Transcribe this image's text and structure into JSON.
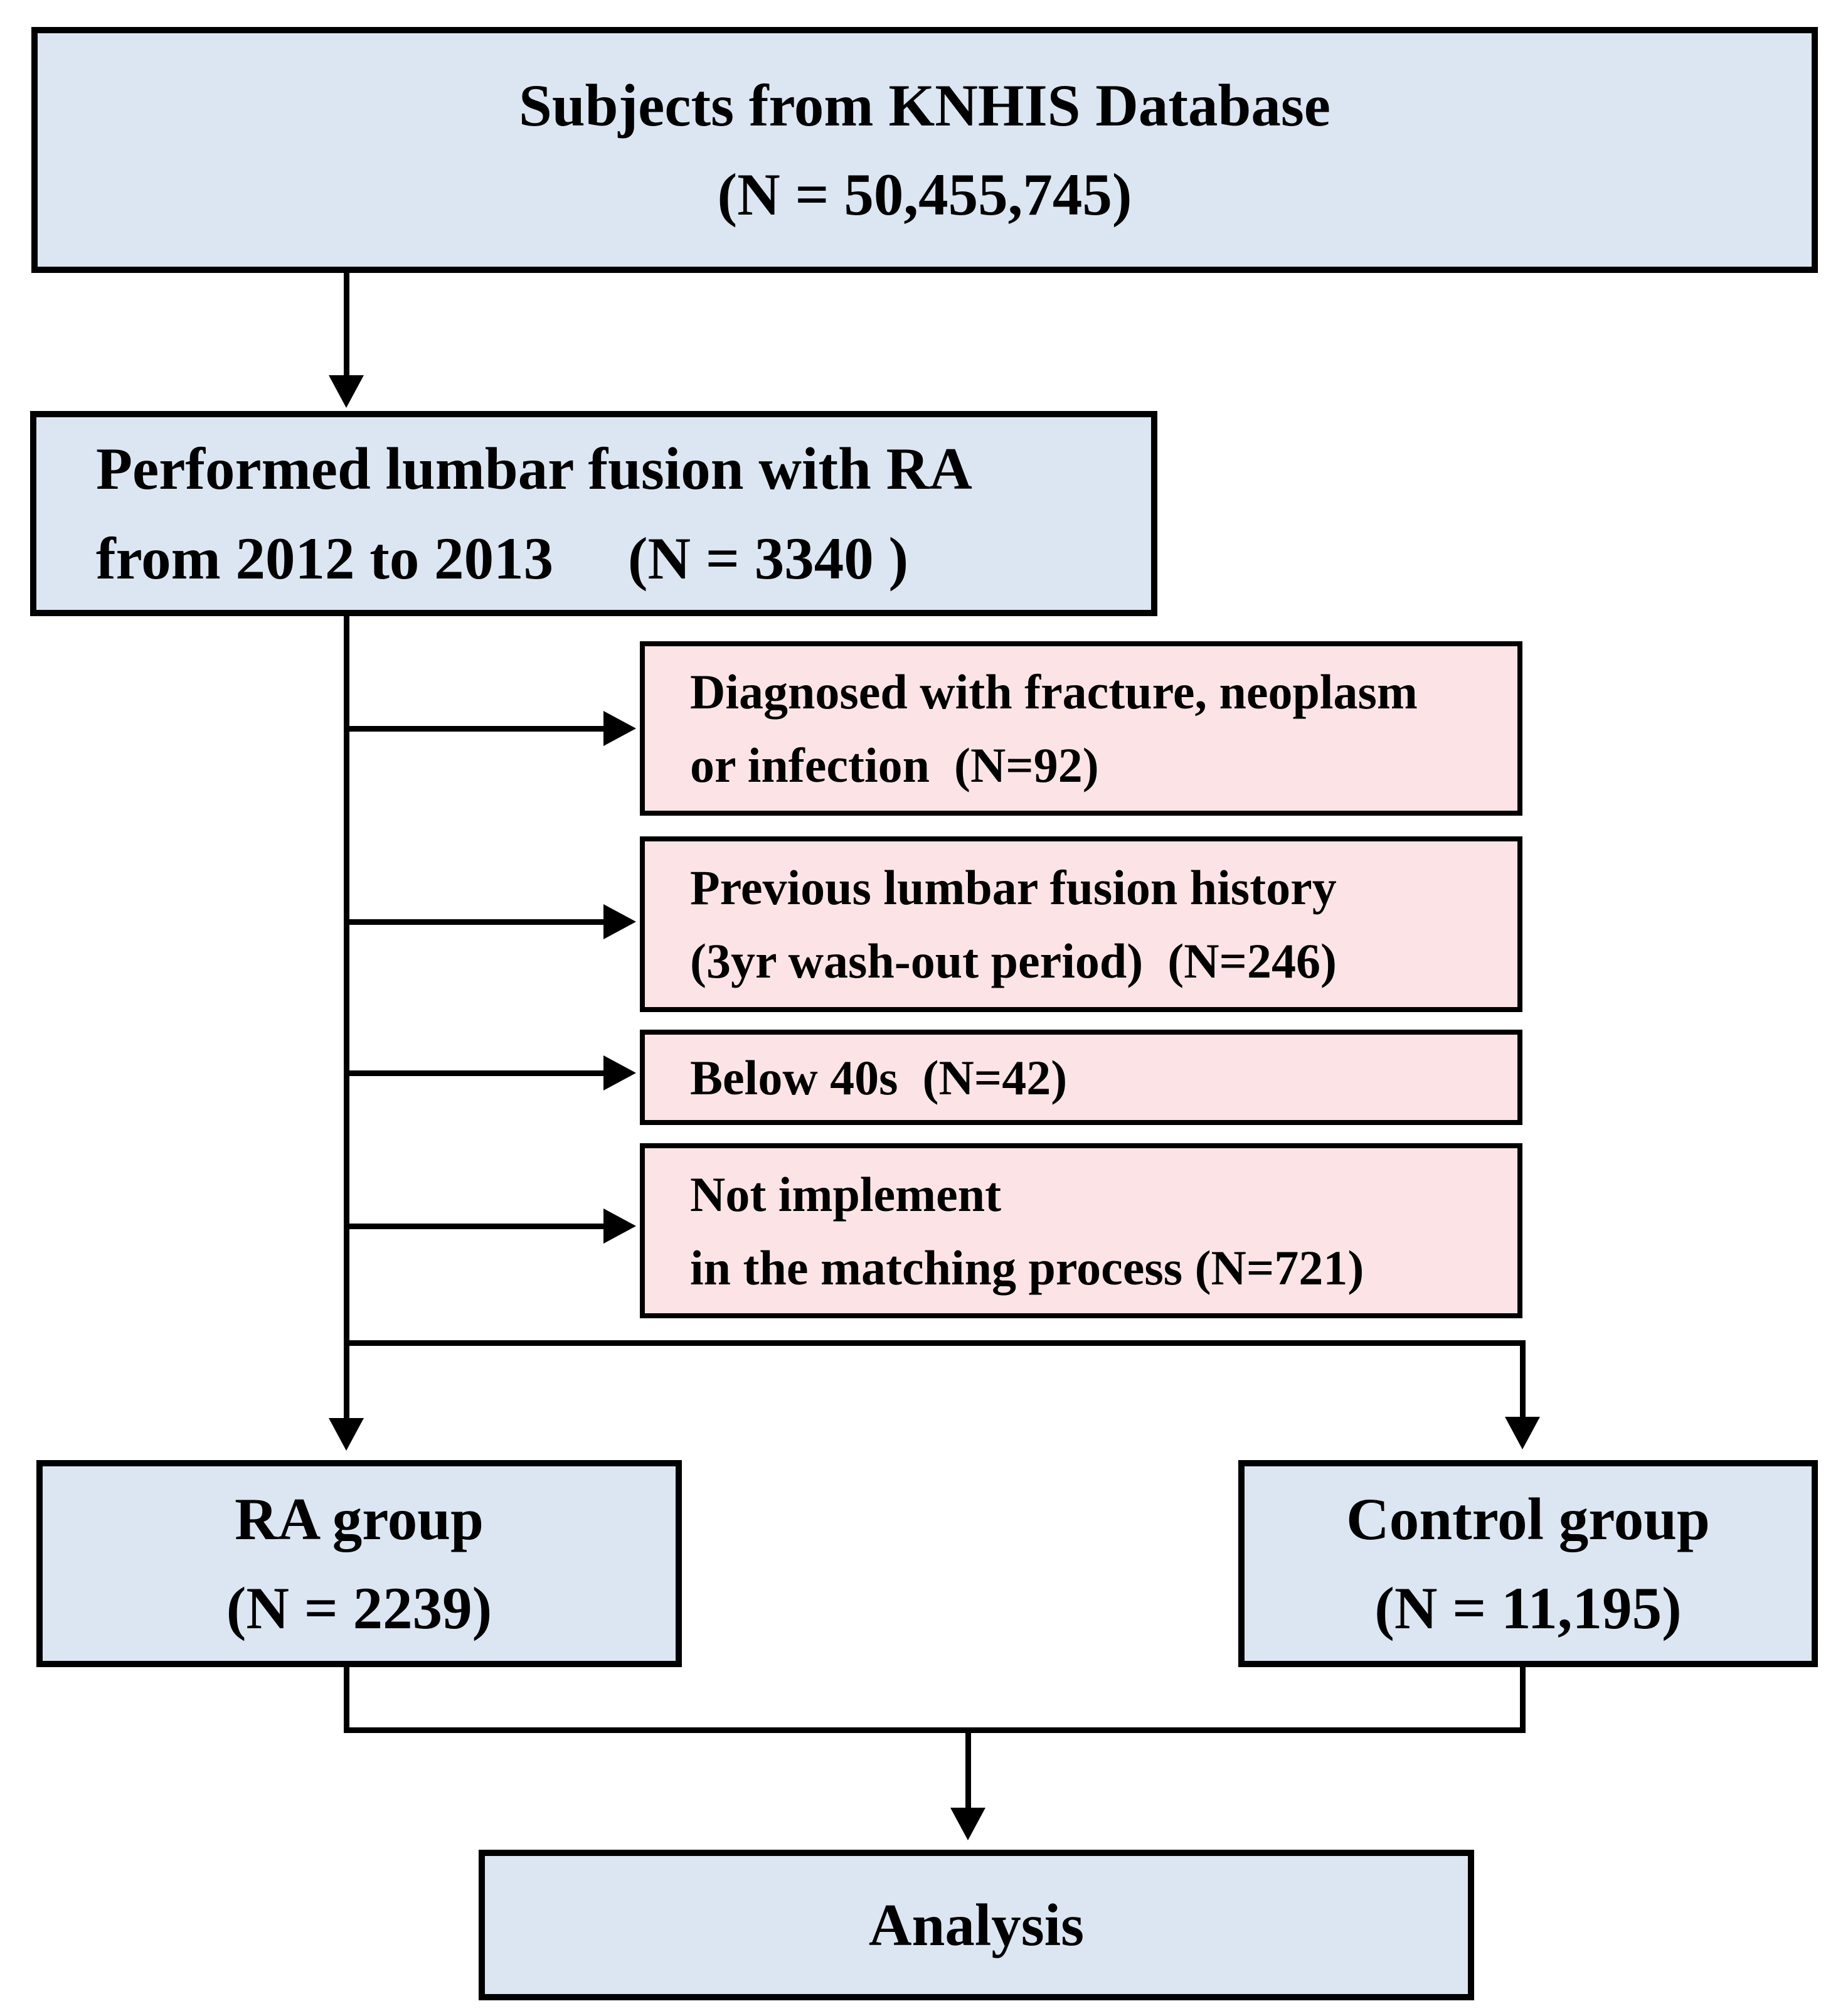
{
  "flowchart": {
    "source_box": {
      "line1": "Subjects from KNHIS Database",
      "line2": "(N = 50,455,745)"
    },
    "cohort_box": {
      "line1": "Performed lumbar fusion with RA",
      "line2": "from 2012 to 2013     (N = 3340 )"
    },
    "exclusion_boxes": [
      {
        "line1": "Diagnosed with fracture, neoplasm",
        "line2": "or infection  (N=92)"
      },
      {
        "line1": "Previous lumbar fusion history",
        "line2": "(3yr wash-out period)  (N=246)"
      },
      {
        "line1": "Below 40s  (N=42)",
        "line2": ""
      },
      {
        "line1": "Not implement",
        "line2": "in the matching process (N=721)"
      }
    ],
    "ra_group_box": {
      "line1": "RA group",
      "line2": "(N = 2239)"
    },
    "control_group_box": {
      "line1": "Control group",
      "line2": "(N = 11,195)"
    },
    "analysis_box": {
      "line1": "Analysis"
    },
    "colors": {
      "box_fill_blue": "#dce6f2",
      "box_fill_pink": "#fce4e6",
      "line_color": "#000000"
    }
  }
}
